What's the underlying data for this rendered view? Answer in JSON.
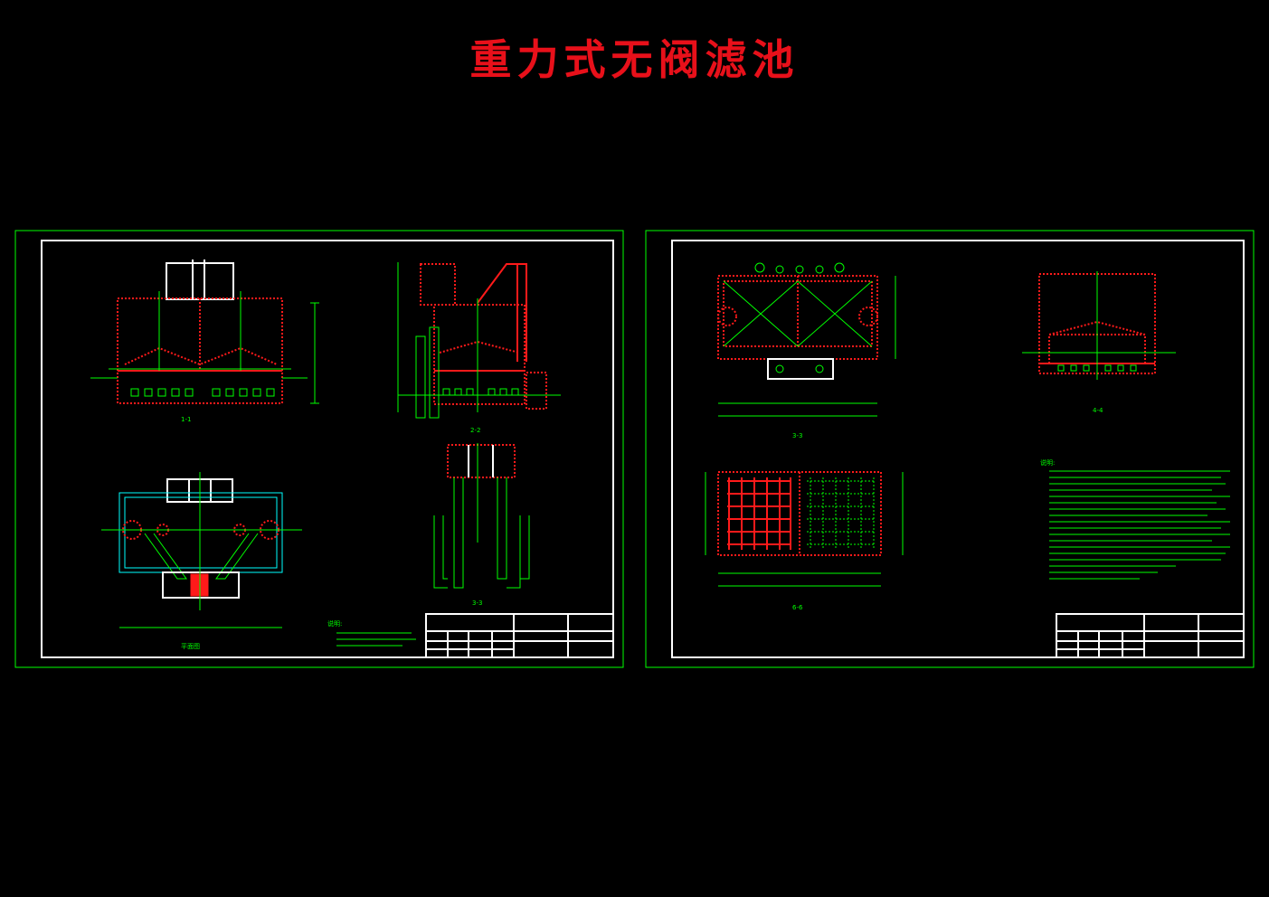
{
  "title": "重力式无阀滤池",
  "colors": {
    "background": "#000000",
    "title": "#e8101a",
    "frame": "#00ff00",
    "border": "#ffffff",
    "wall": "#ff1a1a"
  },
  "sheet_left": {
    "views": [
      "1-1",
      "2-2",
      "3-3",
      "平面图"
    ],
    "notes_heading": "说明:"
  },
  "sheet_right": {
    "views": [
      "3-3",
      "4-4",
      "6-6"
    ],
    "notes_heading": "说明:"
  }
}
